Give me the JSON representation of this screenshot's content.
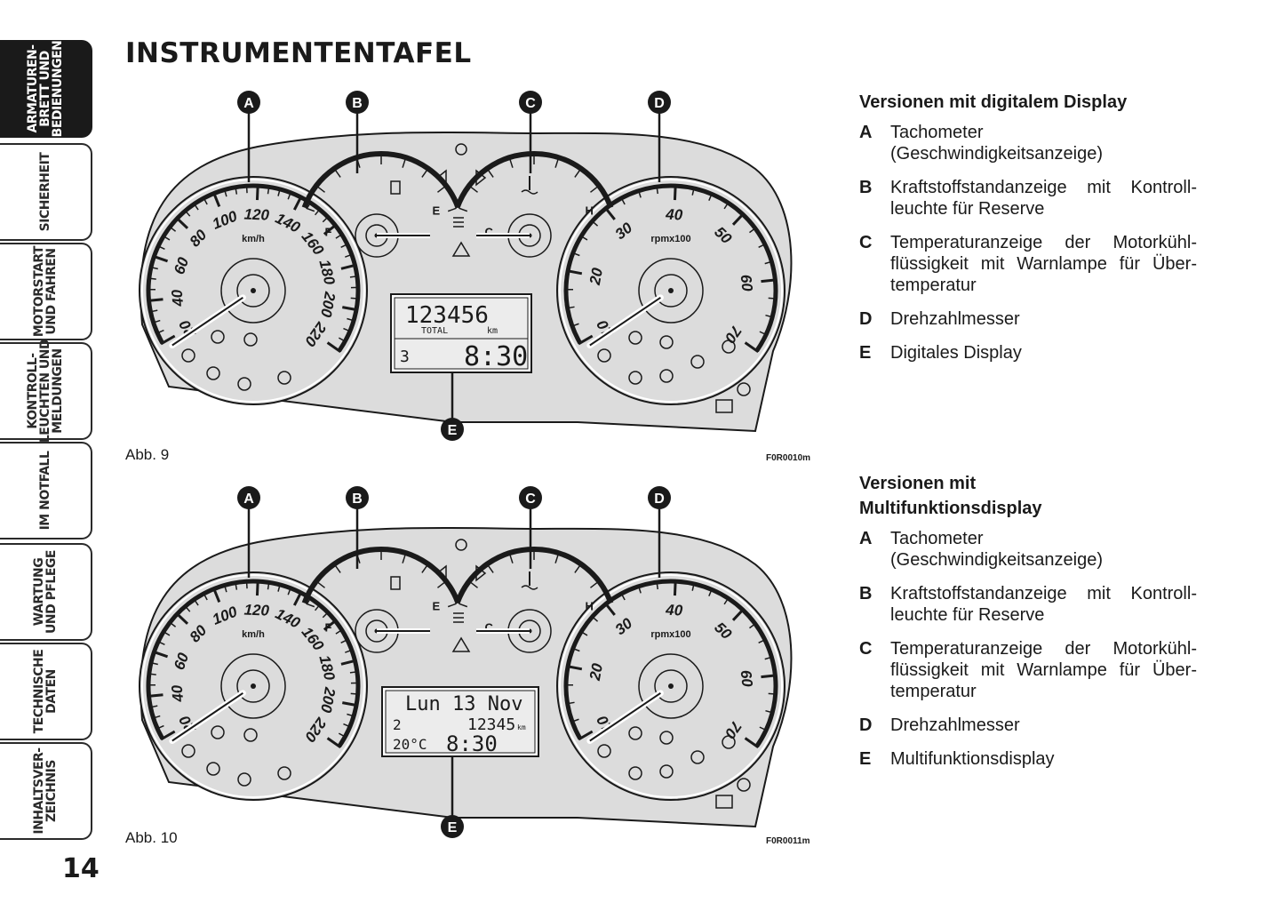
{
  "side_tabs": [
    {
      "label": "ARMATUREN-\nBRETT UND\nBEDIENUNGEN",
      "active": true
    },
    {
      "label": "SICHERHEIT",
      "active": false
    },
    {
      "label": "MOTORSTART\nUND FAHREN",
      "active": false
    },
    {
      "label": "KONTROLL-\nLEUCHTEN UND\nMELDUNGEN",
      "active": false
    },
    {
      "label": "IM NOTFALL",
      "active": false
    },
    {
      "label": "WARTUNG\nUND PFLEGE",
      "active": false
    },
    {
      "label": "TECHNISCHE\nDATEN",
      "active": false
    },
    {
      "label": "INHALTSVER-\nZEICHNIS",
      "active": false
    }
  ],
  "page_number": "14",
  "page_title": "INSTRUMENTENTAFEL",
  "figures": [
    {
      "caption": "Abb. 9",
      "code": "F0R0010m",
      "callouts": [
        "A",
        "B",
        "C",
        "D",
        "E"
      ],
      "speedo_unit": "km/h",
      "speedo_ticks": [
        "20",
        "40",
        "60",
        "80",
        "100",
        "120",
        "140",
        "160",
        "180",
        "200",
        "220"
      ],
      "tacho_unit": "rpmx100",
      "tacho_ticks": [
        "10",
        "20",
        "30",
        "40",
        "50",
        "60",
        "70"
      ],
      "fuel_labels": [
        "F",
        "E"
      ],
      "temp_labels": [
        "C",
        "H"
      ],
      "display": {
        "line1": "123456",
        "line2_left": "TOTAL",
        "line2_right": "km",
        "line3_left": "3",
        "line3_right": "8:30"
      }
    },
    {
      "caption": "Abb. 10",
      "code": "F0R0011m",
      "callouts": [
        "A",
        "B",
        "C",
        "D",
        "E"
      ],
      "speedo_unit": "km/h",
      "speedo_ticks": [
        "20",
        "40",
        "60",
        "80",
        "100",
        "120",
        "140",
        "160",
        "180",
        "200",
        "220"
      ],
      "tacho_unit": "rpmx100",
      "tacho_ticks": [
        "10",
        "20",
        "30",
        "40",
        "50",
        "60",
        "70"
      ],
      "fuel_labels": [
        "F",
        "E"
      ],
      "temp_labels": [
        "C",
        "H"
      ],
      "display": {
        "line1": "Lun 13 Nov",
        "line2_left": "2",
        "line2_right": "12345",
        "line2_unit": "km",
        "line3_left": "20°C",
        "line3_right": "8:30"
      }
    }
  ],
  "legends": [
    {
      "heading": "Versionen mit digitalem Display",
      "items": [
        {
          "key": "A",
          "text": "Tachometer (Geschwindigkeitsanzeige)"
        },
        {
          "key": "B",
          "text": "Kraftstoffstandanzeige mit Kontroll­leuchte für Reserve"
        },
        {
          "key": "C",
          "text": "Temperaturanzeige der Motorkühl­flüssigkeit mit Warnlampe für Über­temperatur"
        },
        {
          "key": "D",
          "text": "Drehzahlmesser"
        },
        {
          "key": "E",
          "text": "Digitales Display"
        }
      ]
    },
    {
      "heading": "Versionen mit Multifunktionsdisplay",
      "items": [
        {
          "key": "A",
          "text": "Tachometer (Geschwindigkeitsanzeige)"
        },
        {
          "key": "B",
          "text": "Kraftstoffstandanzeige mit Kontroll­leuchte für Reserve"
        },
        {
          "key": "C",
          "text": "Temperaturanzeige der Motorkühl­flüssigkeit mit Warnlampe für Über­temperatur"
        },
        {
          "key": "D",
          "text": "Drehzahlmesser"
        },
        {
          "key": "E",
          "text": "Multifunktionsdisplay"
        }
      ]
    }
  ],
  "colors": {
    "panel": "#dcdcdc",
    "ink": "#1a1a1a",
    "display_bg": "#ececec"
  }
}
